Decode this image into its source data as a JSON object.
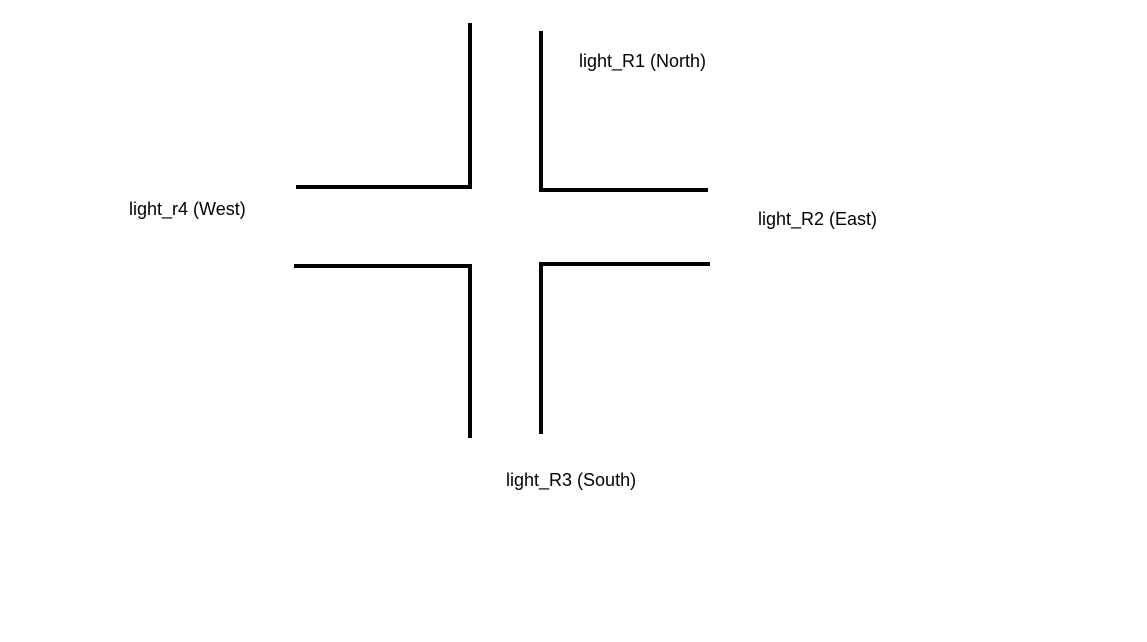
{
  "diagram": {
    "labels": {
      "north": "light_R1 (North)",
      "east": "light_R2 (East)",
      "south": "light_R3 (South)",
      "west": "light_r4 (West)"
    },
    "line_color": "#000000",
    "background_color": "#ffffff"
  }
}
